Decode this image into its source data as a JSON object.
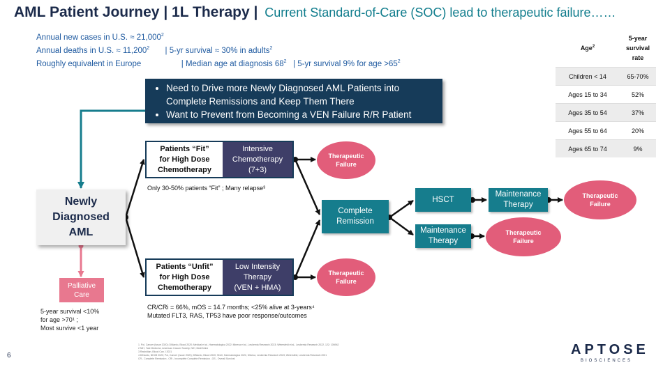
{
  "title": {
    "main": "AML Patient Journey | 1L Therapy |",
    "sub": "Current Standard-of-Care (SOC) lead to therapeutic failure……"
  },
  "stats": {
    "l1_a": "Annual new cases in U.S. ≈ 21,000",
    "l1_a_sup": "2",
    "l2_a": "Annual deaths in U.S. ≈ 11,200",
    "l2_a_sup": "2",
    "l2_b": "|    5-yr survival ≈ 30% in adults",
    "l2_b_sup": "2",
    "l3_a": "Roughly equivalent in Europe",
    "l3_b": "|    Median age at diagnosis 68",
    "l3_b_sup": "2",
    "l3_c": "|   5-yr survival 9% for age >65",
    "l3_c_sup": "2"
  },
  "bullets": [
    "Need to Drive more Newly Diagnosed AML Patients into Complete Remissions and Keep Them There",
    "Want to Prevent from Becoming a VEN Failure R/R Patient"
  ],
  "newly": "Newly\nDiagnosed\nAML",
  "palliative": "Palliative\nCare",
  "palliative_note": "5-year survival <10%\nfor age >70¹ ;\nMost survive <1 year",
  "fit": {
    "left": "Patients “Fit”\nfor High Dose\nChemotherapy",
    "right": "Intensive\nChemotherapy\n(7+3)",
    "note": "Only 30-50% patients “Fit” ; Many relapse³"
  },
  "unfit": {
    "left": "Patients “Unfit”\nfor High Dose\nChemotherapy",
    "right": "Low Intensity\nTherapy\n(VEN + HMA)",
    "note": "CR/CRi = 66%, mOS = 14.7 months; <25% alive at 3-years⁴\nMutated FLT3, RAS, TP53 have poor response/outcomes"
  },
  "therapeutic_failure": "Therapeutic\nFailure",
  "complete_remission": "Complete\nRemission",
  "hsct": "HSCT",
  "maintenance": "Maintenance\nTherapy",
  "age_table": {
    "head_age": "Age",
    "head_age_sup": "2",
    "head_surv": "5-year\nsurvival\nrate",
    "rows": [
      {
        "age": "Children < 14",
        "rate": "65-70%"
      },
      {
        "age": "Ages 15 to 34",
        "rate": "52%"
      },
      {
        "age": "Ages 35 to 54",
        "rate": "37%"
      },
      {
        "age": "Ages 55 to 64",
        "rate": "20%"
      },
      {
        "age": "Ages 65 to 74",
        "rate": "9%"
      }
    ]
  },
  "refs": "1. Pol, Cancer (Issue 2020); DiNardo, Blood 2020; Medical et al., Haematologica 2022; Mineva et al., Leukemia Research 2023; Weiersfeld et al., Leukemia Research 2022, 122: 106942\n2 NIH, Yale Medicine, American Cancer Society, NIH, MedOnline\n3 Rashidian, Blood Can J 2021\n4 DiNardo, NEJM 2020; Pol, Cancer (Issue 2020); DiNardo, Blood 2020; Shell, Haematologica 2021; Mineva, Leukemia Research 2023; Weiersfeld, Leukemia Research 2021\nCR - Complete Remission , CRi - Incomplete Complete Remission , OS - Overall Survival",
  "page_number": "6",
  "logo": "APTOSE",
  "logo_sub": "BIOSCIENCES"
}
